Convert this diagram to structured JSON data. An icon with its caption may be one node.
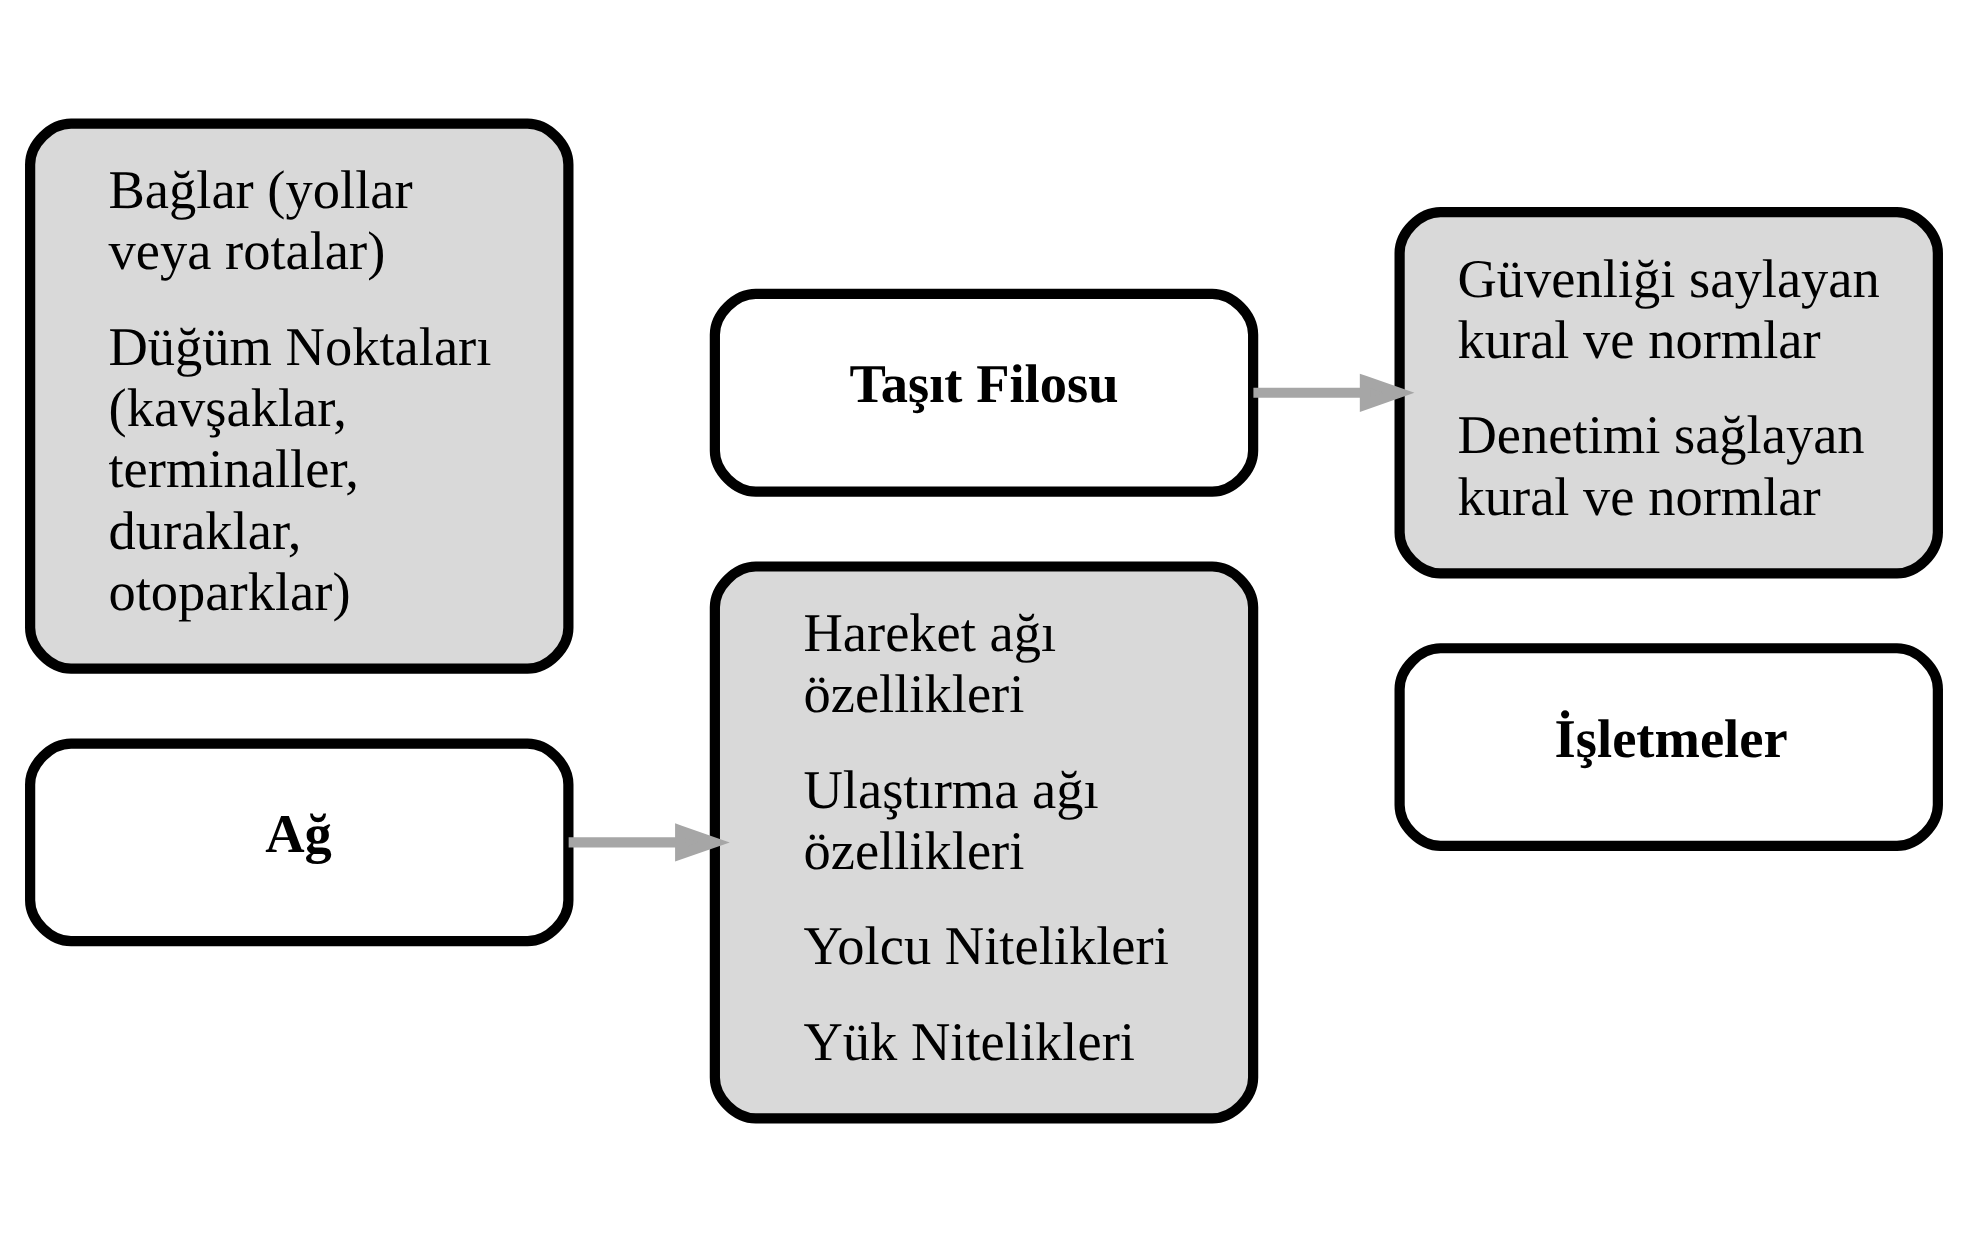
{
  "diagram": {
    "nodes": [
      {
        "text": [
          "Bağlar (yollar veya rotalar)",
          "Düğüm Noktaları (kavşaklar, terminaller, duraklar, otoparklar)"
        ]
      },
      {
        "text": [
          "Ağ"
        ]
      },
      {
        "text": [
          "Hareket ağı özellikleri",
          "Ulaştırma ağı özellikleri",
          "Yolcu Nitelikleri",
          "Yük Nitelikleri"
        ]
      },
      {
        "text": [
          "Taşıt Filosu"
        ]
      },
      {
        "text": [
          "Güvenliği saylayan kural ve normlar",
          "Denetimi sağlayan kural ve normlar"
        ]
      },
      {
        "text": [
          "İşletmeler"
        ]
      }
    ],
    "edges": [
      {
        "from": 1,
        "to": 2,
        "arrow": "to"
      },
      {
        "from": 3,
        "to": 4,
        "arrow": "to"
      }
    ]
  }
}
